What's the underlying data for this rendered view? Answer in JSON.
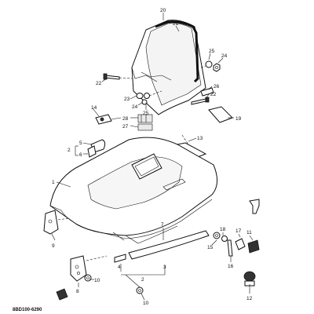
{
  "diagram": {
    "drawing_code": "8BD100-6290",
    "callouts": {
      "c20": "20",
      "c21": "21",
      "c25": "25",
      "c24": "24",
      "c22a": "22",
      "c23": "23",
      "c24b": "24",
      "c25b": "25",
      "c26": "26",
      "c22b": "22",
      "c19": "19",
      "c14": "14",
      "c28": "28",
      "c27": "27",
      "c13": "13",
      "c5": "5",
      "c2a": "2",
      "c6": "6",
      "c1": "1",
      "c9": "9",
      "c7": "7",
      "c4": "4",
      "c3": "3",
      "c2b": "2",
      "c10a": "10",
      "c8": "8",
      "c10b": "10",
      "c15": "15",
      "c18": "18",
      "c17": "17",
      "c11": "11",
      "c16": "16",
      "c12": "12"
    }
  }
}
